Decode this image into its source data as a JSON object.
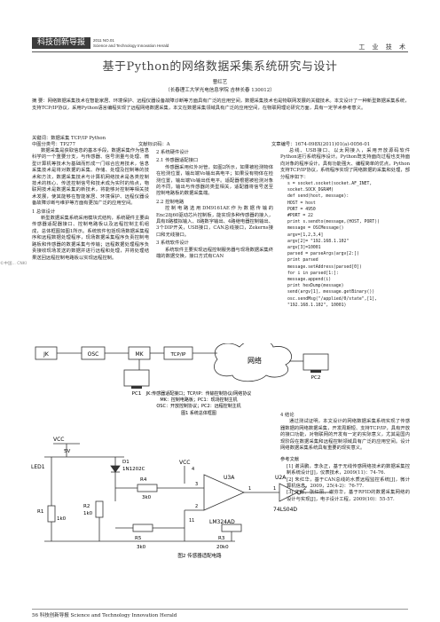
{
  "header": {
    "journal_cn": "科技创新导报",
    "issue": "2011  NO.01",
    "journal_en": "Science and Technology Innovation Herald",
    "section": "工 业 技 术"
  },
  "title": "基于Python的网络数据采集系统研究与设计",
  "author": "曹红艺",
  "affiliation": "（长春理工大学光电信息学院    吉林长春    130012）",
  "abstract": "摘 要：网络数据采集技术在智能家居、环境保护、远程仪器设备故障诊断等方面具有广泛的应用空间，数据采集技术也是物联网发展的关键技术。本文设计了一种新型数据采集系统，支持TCP/IP协议，采用Python语言编程实现了远程网络数据采集，本文在数据采集领域具有广泛的应用空间，在物联网理论研究方面，具有一定学术参考意义。",
  "keywords": "关键词：数据采集    TCP/IP    Python",
  "classification": "中图分类号：TP277",
  "doc_code": "文献标识码：A",
  "article_no": "文章编号：1674-098X(2011)01(a)-0056-01",
  "col1": [
    "数据采集是获取信息的基本手段，数据采集作为信息科学的一个重要分支，与传感器、信号测量与处理、微型计算机等技术为基础而形成一门综合应用技术，信息采集技术是将对数据的采集、存储、处理及控制等的技术和方法，数据采集技术与计算机网络技术是各类控制技术的核心、传送控制信号和技术成为实时的热点，物联网技术是数据采集的新技术，将能够对控制等相关技术发展，使其能够在智能家居、环境保护、远程仪器设备故障诊断与维护等方面有更加广泛的应用空间。"
  ],
  "col1_h1": "1 总体设计",
  "col1b": [
    "新型数据采集系统采用模块式结构，系统硬件主要由传感器适配器接口、控制电路板以及远程控制主机组成，总体框图如图1所示。系统软件包括现场数据采集程序和远程数据处理程序，现场数据采集程序负责控制电路板和传感器的数据采集与传输；远程数据处理程序负责接收现场发送的数据并进行远程和处理，并将处理结果送回远程控制电路板以实现远程控制。"
  ],
  "col2_h1": "2 系统硬件设计",
  "col2_h11": "2.1 传感器适配接口",
  "col2a": [
    "传感器采用红外对管，如图2所示，如果被检测物体在检测位置，输出端Vo输出高电平；如果没有物体在检测位置，输出端Vo输出低电平。适配器根据被检测对象的不同，输出与传感器的类型相关，适配器将信号送至控制电路板的数据采集端。"
  ],
  "col2_h12": "2.2 控制电路",
  "col2b": [
    "控制电路选用DM9161AE作为数据传输的Enc28j60驱动芯片控制板，能实现多种传感器的接入，具有8路模拟输入、8路数字输出、4路继电器控制输出、3个DIP开关，USB接口，CAN总线接口，Zekerns接口和无线接口。"
  ],
  "col2_h3": "3 系统软件设计",
  "col2c": [
    "系统软件主要实现远程控制服务器与现场数据采集终端的数据交换，接口方式有CAN"
  ],
  "col3a": [
    "总线、USB接口、以太网接入，采用开放源码软件Python进行系统程序设计。Python既支持面向过程也支持面向对象的程序设计，具有功能强大、编程简单的优点，Python支持TCP/IP协议，系统程序实现了网络数据的采集和处理，部分程序如下："
  ],
  "code": [
    "s = socket.socket(socket.AF_INET,",
    "socket.SOCK_DGRAM)",
    "def send(host, message):",
    "HOST = host",
    "PORT = 4950",
    "#PORT = 22",
    "print s.sendto(message,(HOST, PORT))",
    "message = OSCMessage()",
    "argv=[1,2,3,4]",
    "argv[2]= \"192.168.1.102\"",
    "argv[3]=10001",
    "parsed = parseArgs(argv[2:])",
    "print parsed",
    "message.setAddress(parsed[0])",
    "for i in parsed[1:]:",
    "message.append(i)",
    "print hexDump(message)",
    "send(argv[1], message.getBinary())",
    "osc.sendMsg(\"/applied/0/state\",[1],",
    "\"192.168.1.102\", 10001)"
  ],
  "col3_h4": "4 结论",
  "col3b": [
    "通过测试证明，本文设计的网络数据采集系统实现了传感器数据的网络数据采集，开发周期短、支持TCP/IP，具有开放的接口功能，对物联网的开发有一定的实际意义，尤其是国内现阶段在数据采集和远程控制领域具有广泛的应用空间。设计网络数据采集系统具有重要的现实意义。"
  ],
  "refs_title": "参考文献",
  "refs": [
    "[1] 谢清鹏，李永正，基于无线传感网络技术的数据采集控制系统设计[J]，仪表技术，2009(11)：74-76.",
    "[2] 朱红华，基于CAN总线的水质远程监控系统[J]，微计算机信息，2009，25(4-2)：76-77.",
    "[3] 文献，张红丽，谢芬华，基于RFID的数据采集网络的设计与实现[J]，电子设计工程，2009(10)：55-57."
  ],
  "fig1": {
    "labels": [
      "JK",
      "OSC",
      "MK",
      "TCP/IP",
      "网络",
      "PC1",
      "PC2"
    ],
    "caption_lines": [
      "JK:传感器适配接口；TCP/IP：传输控制协议/网络协议",
      "MK：控制电路板；PC1：现场控制主机",
      "OSC：开放控制协议；PC2：远程控制主机"
    ],
    "title": "图1  系统总体框图"
  },
  "fig2": {
    "labels": [
      "VCC",
      "5V",
      "LED1",
      "D1",
      "1N1202C",
      "R1",
      "1k0",
      "R2",
      "1k0",
      "R4",
      "3k0",
      "VCC",
      "U3A",
      "LM324AD",
      "U2A",
      "74LS04D",
      "R5",
      "3k0",
      "R3",
      "20k0",
      "4",
      "3",
      "2",
      "11",
      "1",
      "1",
      "2"
    ],
    "title": "图2  传感器适配电路"
  },
  "footer": "56   科技创新导报  Science and Technology Innovation Herald",
  "watermark": "©中国...   CNKI"
}
